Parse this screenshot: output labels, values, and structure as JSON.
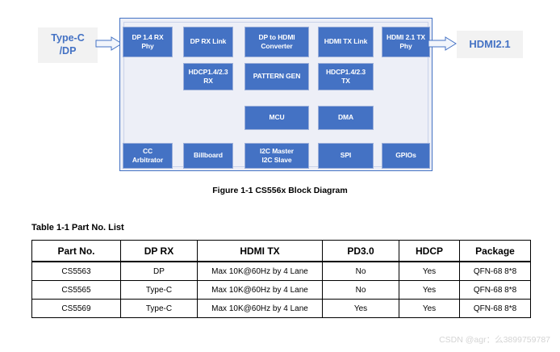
{
  "diagram": {
    "ports": {
      "input": {
        "line1": "Type-C",
        "line2": "/DP"
      },
      "output": {
        "label": "HDMI2.1"
      }
    },
    "arrows": {
      "input_arrow": "right-arrow-icon",
      "output_arrow": "right-arrow-icon"
    },
    "blocks": [
      {
        "id": "dp14-rx-phy",
        "line1": "DP 1.4 RX",
        "line2": "Phy"
      },
      {
        "id": "dp-rx-link",
        "line1": "DP RX Link",
        "line2": ""
      },
      {
        "id": "dp-to-hdmi",
        "line1": "DP to HDMI",
        "line2": "Converter"
      },
      {
        "id": "hdmi-tx-link",
        "line1": "HDMI TX Link",
        "line2": ""
      },
      {
        "id": "hdmi21-tx-phy",
        "line1": "HDMI 2.1 TX",
        "line2": "Phy"
      },
      {
        "id": "hdcp-rx",
        "line1": "HDCP1.4/2.3",
        "line2": "RX"
      },
      {
        "id": "pattern-gen",
        "line1": "PATTERN GEN",
        "line2": ""
      },
      {
        "id": "hdcp-tx",
        "line1": "HDCP1.4/2.3",
        "line2": "TX"
      },
      {
        "id": "mcu",
        "line1": "MCU",
        "line2": ""
      },
      {
        "id": "dma",
        "line1": "DMA",
        "line2": ""
      },
      {
        "id": "cc-arbitrator",
        "line1": "CC",
        "line2": "Arbitrator"
      },
      {
        "id": "billboard",
        "line1": "Billboard",
        "line2": ""
      },
      {
        "id": "i2c",
        "line1": "I2C Master",
        "line2": "I2C Slave"
      },
      {
        "id": "spi",
        "line1": "SPI",
        "line2": ""
      },
      {
        "id": "gpios",
        "line1": "GPIOs",
        "line2": ""
      }
    ],
    "caption": "Figure 1-1 CS556x Block Diagram",
    "colors": {
      "block_fill": "#4472C4",
      "container_border": "#4472C4",
      "container_fill": "#EDEFF7",
      "port_fill": "#F2F2F2",
      "port_text": "#4472C4"
    }
  },
  "table": {
    "title": "Table 1-1 Part No. List",
    "headers": [
      "Part No.",
      "DP RX",
      "HDMI TX",
      "PD3.0",
      "HDCP",
      "Package"
    ],
    "rows": [
      [
        "CS5563",
        "DP",
        "Max 10K@60Hz by 4 Lane",
        "No",
        "Yes",
        "QFN-68 8*8"
      ],
      [
        "CS5565",
        "Type-C",
        "Max 10K@60Hz by 4 Lane",
        "No",
        "Yes",
        "QFN-68 8*8"
      ],
      [
        "CS5569",
        "Type-C",
        "Max 10K@60Hz by 4 Lane",
        "Yes",
        "Yes",
        "QFN-68 8*8"
      ]
    ]
  },
  "watermark": {
    "text": "CSDN @agr：么3899759787"
  }
}
